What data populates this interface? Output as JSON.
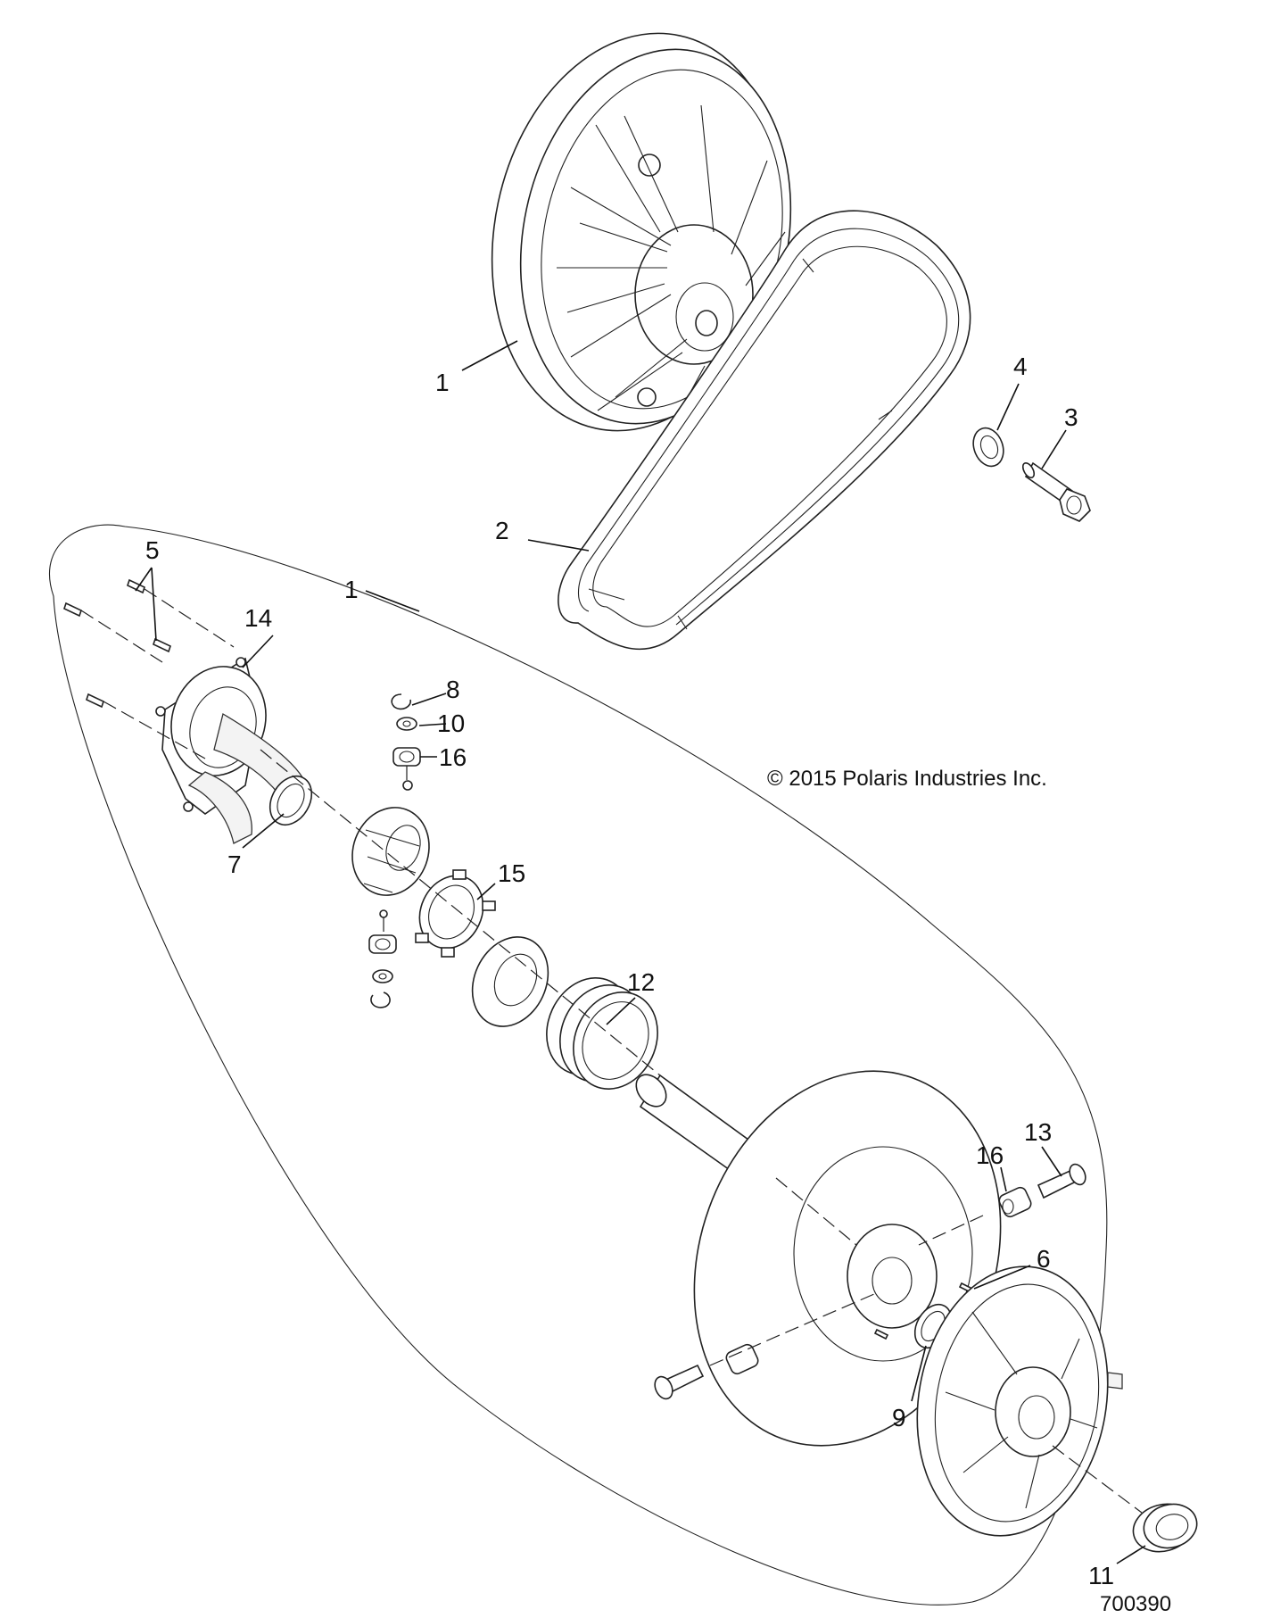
{
  "copyright": "© 2015 Polaris Industries Inc.",
  "figure_number": "700390",
  "callouts": [
    {
      "id": "c1-top",
      "label": "1"
    },
    {
      "id": "c2",
      "label": "2"
    },
    {
      "id": "c3",
      "label": "3"
    },
    {
      "id": "c4",
      "label": "4"
    },
    {
      "id": "c5",
      "label": "5"
    },
    {
      "id": "c1-oval",
      "label": "1"
    },
    {
      "id": "c14",
      "label": "14"
    },
    {
      "id": "c8",
      "label": "8"
    },
    {
      "id": "c10",
      "label": "10"
    },
    {
      "id": "c16-a",
      "label": "16"
    },
    {
      "id": "c7",
      "label": "7"
    },
    {
      "id": "c15",
      "label": "15"
    },
    {
      "id": "c12",
      "label": "12"
    },
    {
      "id": "c13",
      "label": "13"
    },
    {
      "id": "c16-b",
      "label": "16"
    },
    {
      "id": "c6",
      "label": "6"
    },
    {
      "id": "c9",
      "label": "9"
    },
    {
      "id": "c11",
      "label": "11"
    }
  ]
}
